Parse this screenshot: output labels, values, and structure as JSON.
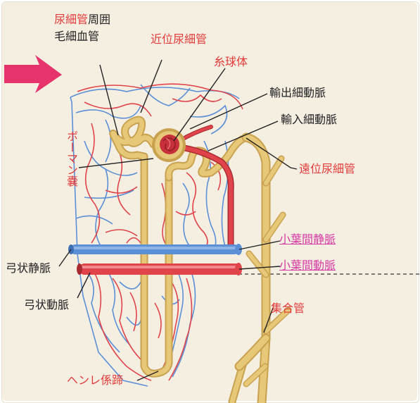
{
  "colors": {
    "background": "#f5efe2",
    "vein": "#5b8fd6",
    "artery": "#e0444a",
    "tubule": "#e6c878",
    "tubule_edge": "#c9a24f",
    "arrow": "#e6336b",
    "label_red": "#e23a3a",
    "label_pink": "#d63ba3",
    "label_dark": "#222222"
  },
  "labels": {
    "peritubular_red": "尿細管",
    "peritubular_black1": "周囲",
    "peritubular_black2": "毛細血管",
    "proximal": "近位尿細管",
    "glomerulus": "糸球体",
    "efferent": "輸出細動脈",
    "afferent": "輸入細動脈",
    "distal": "遠位尿細管",
    "bowman": "ボーマン嚢",
    "interlobular_vein": "小葉間静脈",
    "interlobular_artery": "小葉間動脈",
    "arcuate_vein": "弓状静脈",
    "arcuate_artery": "弓状動脈",
    "collecting_duct": "集合管",
    "henle": "ヘンレ係蹄"
  }
}
